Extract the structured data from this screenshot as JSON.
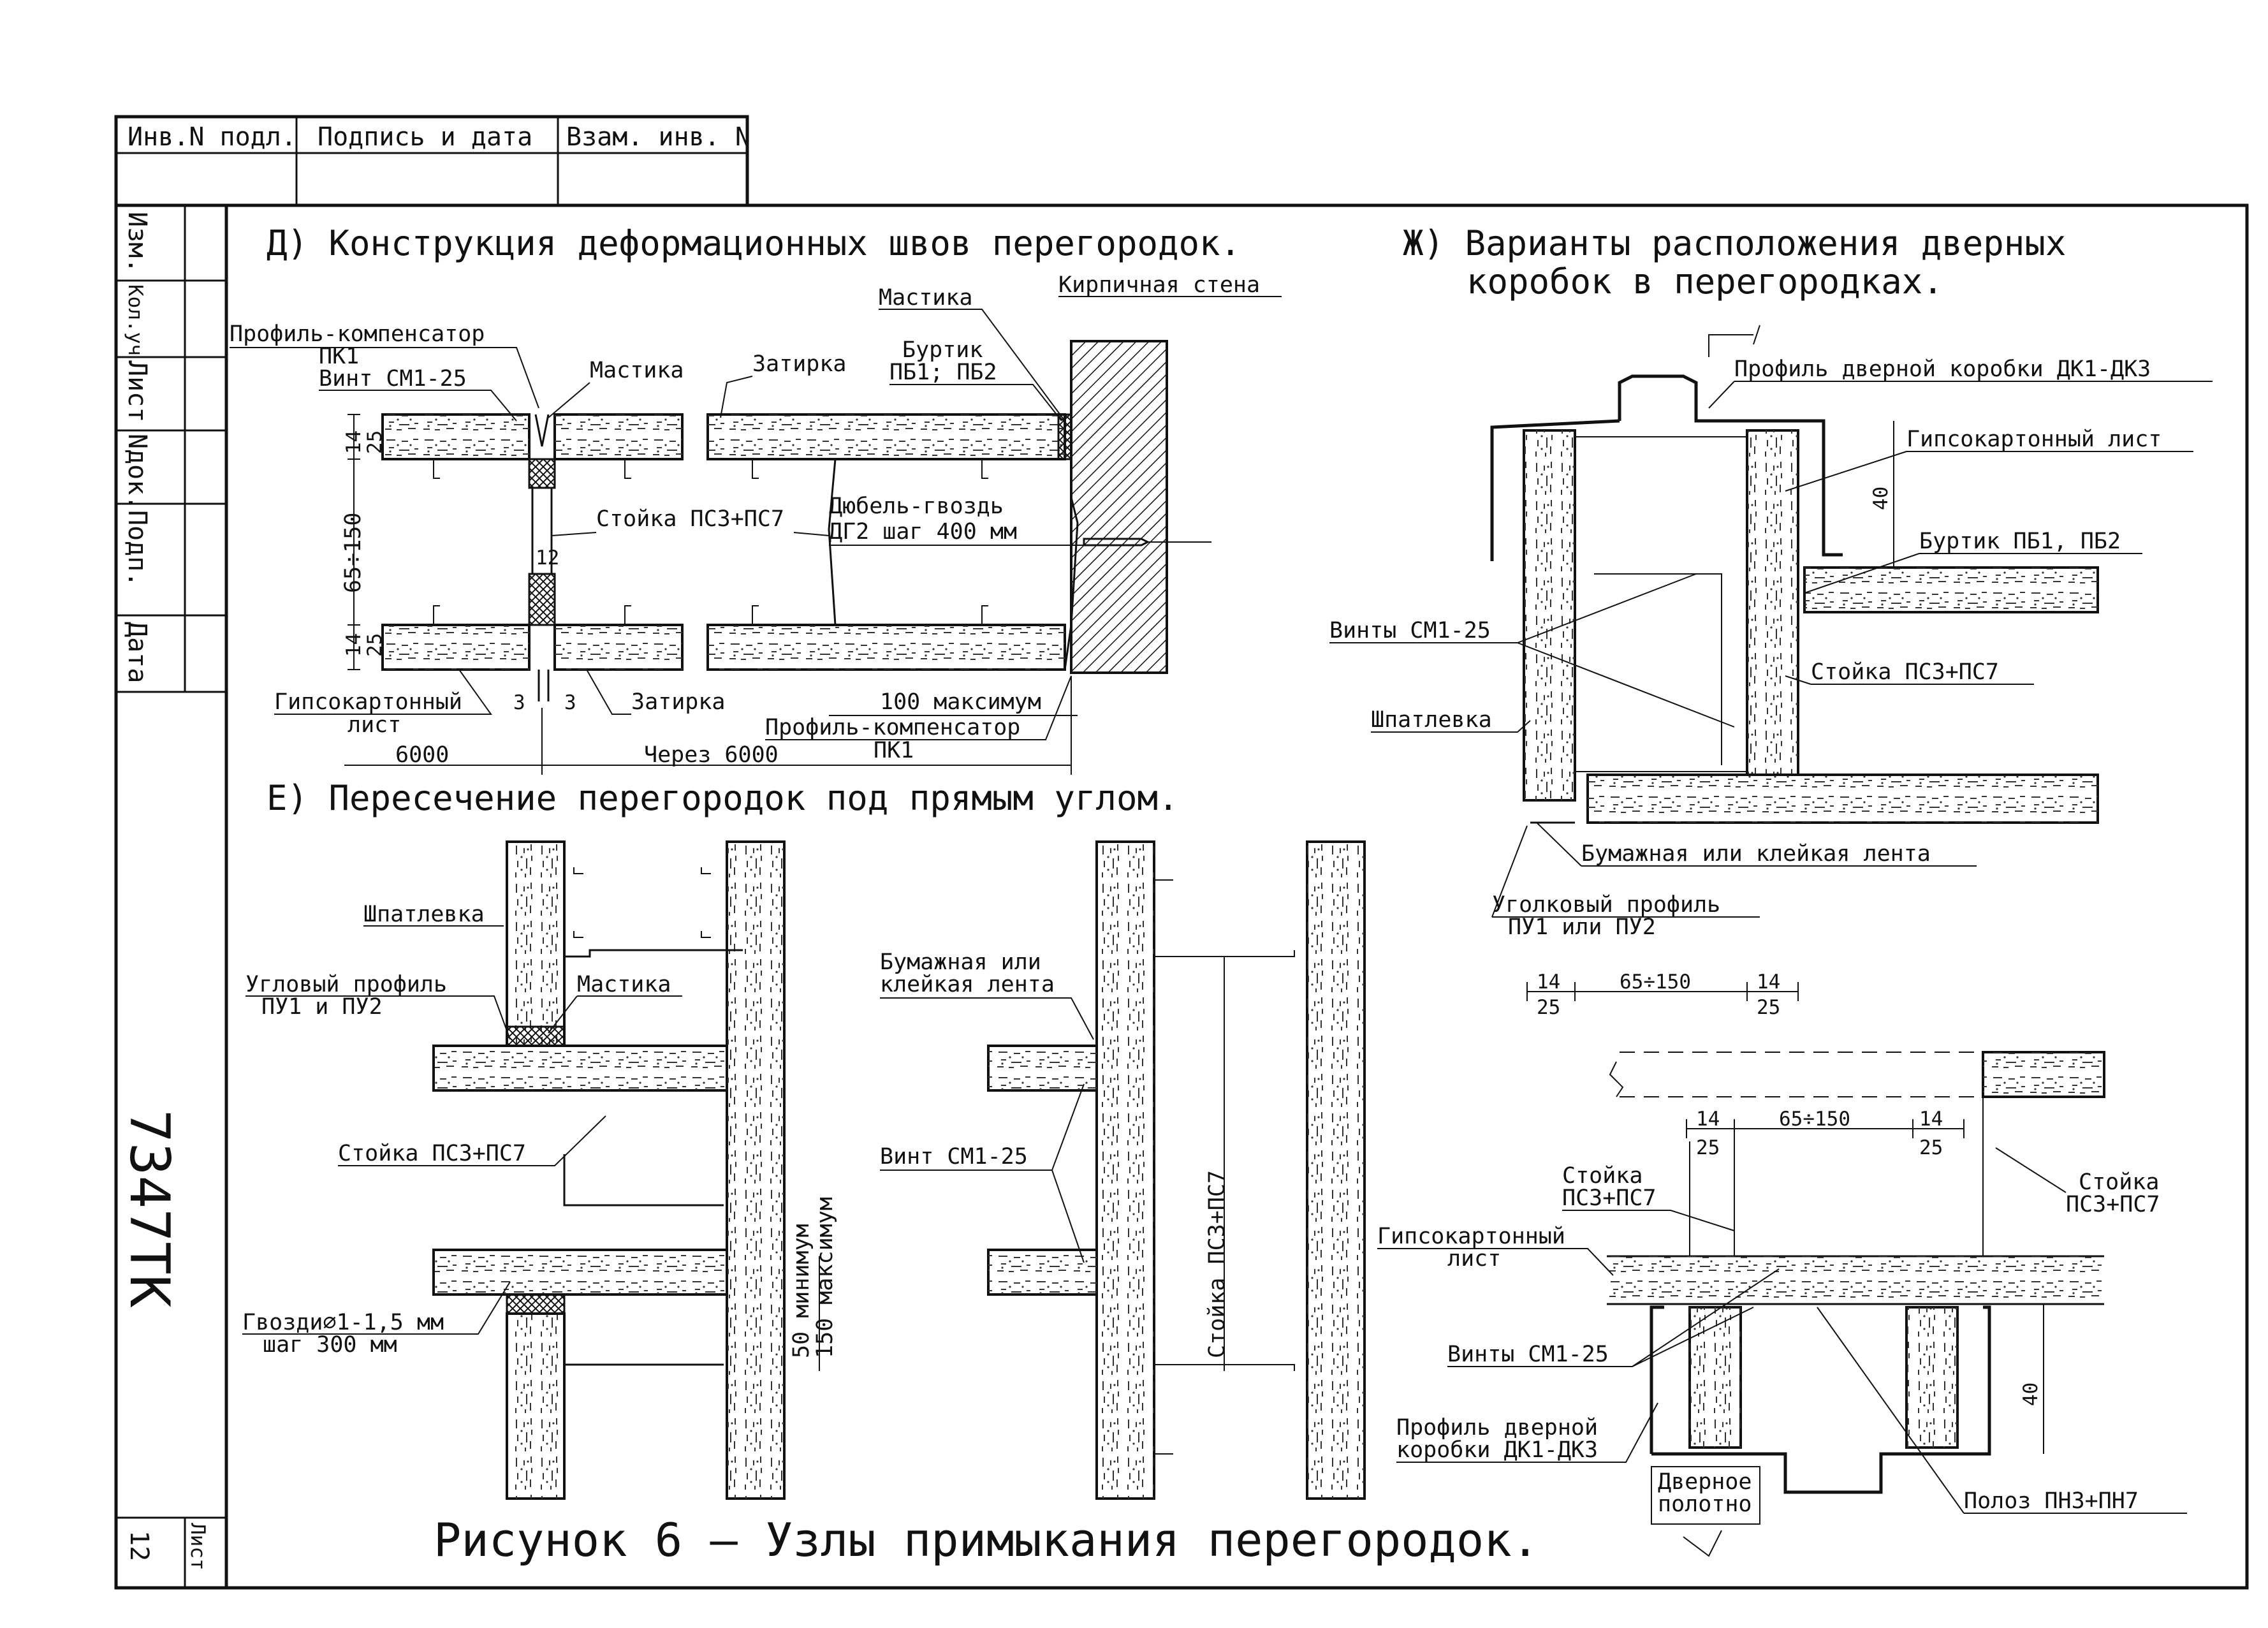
{
  "stamp": {
    "h_inv": "Инв.N подл.",
    "h_sign": "Подпись и дата",
    "h_vzam": "Взам. инв. N",
    "v_izm": "Изм.",
    "v_kolch": "Кол.уч.",
    "v_list": "Лист",
    "v_ndok": "Nдок.",
    "v_podp": "Подп.",
    "v_data": "Дата",
    "doc_code": "7347ТК",
    "sheet_label": "Лист",
    "sheet_num": "12"
  },
  "section_d": {
    "title": "Д) Конструкция деформационных швов перегородок.",
    "profile_comp": "Профиль-компенсатор",
    "pk1": "ПК1",
    "vint": "Винт СМ1-25",
    "mastika_a": "Мастика",
    "zatirka_a": "Затирка",
    "mastika_b": "Мастика",
    "kirp": "Кирпичная стена",
    "burtik": "Буртик",
    "pb": "ПБ1; ПБ2",
    "stoyka": "Стойка ПС3+ПС7",
    "dyubel": "Дюбель-гвоздь",
    "dg": "ДГ2 шаг 400 мм",
    "gipso": "Гипсокартонный",
    "list": "лист",
    "zatirka_b": "Затирка",
    "max100": "100 максимум",
    "profile_comp2": "Профиль-компенсатор",
    "pk1b": "ПК1",
    "d6000": "6000",
    "through6000": "Через 6000",
    "dim14a": "14",
    "dim25a": "25",
    "dim14b": "14",
    "dim25b": "25",
    "dim65150": "65÷150",
    "dim12": "12",
    "dim3a": "3",
    "dim3b": "3"
  },
  "section_e": {
    "title": "Е) Пересечение перегородок под прямым углом.",
    "shpat": "Шпатлевка",
    "ugol1": "Угловый профиль",
    "ugol2": "ПУ1 и ПУ2",
    "mastika": "Мастика",
    "stoyka": "Стойка ПС3+ПС7",
    "gvozdi1": "Гвозди∅1-1,5 мм",
    "gvozdi2": "шаг 300 мм",
    "lenta1": "Бумажная или",
    "lenta2": "клейкая лента",
    "vint": "Винт СМ1-25",
    "min50": "50 минимум",
    "max150": "150 максимум",
    "stoyka_v": "Стойка ПС3+ПС7"
  },
  "section_zh": {
    "title1": "Ж) Варианты расположения дверных",
    "title2": "коробок в перегородках.",
    "profile_door": "Профиль дверной коробки ДК1-ДК3",
    "gipso_list": "Гипсокартонный лист",
    "dim40a": "40",
    "burtik": "Буртик ПБ1, ПБ2",
    "vinty": "Винты СМ1-25",
    "stoyka": "Стойка ПС3+ПС7",
    "shpat": "Шпатлевка",
    "lenta": "Бумажная или клейкая лента",
    "ugol1": "Уголковый профиль",
    "ugol2": "ПУ1 или ПУ2",
    "d14a": "14",
    "d25a": "25",
    "d65a": "65÷150",
    "d14b": "14",
    "d25b": "25",
    "d14c": "14",
    "d25c": "25",
    "d65b": "65÷150",
    "d14d": "14",
    "d25d": "25",
    "stoyka_l1": "Стойка",
    "stoyka_l2": "ПС3+ПС7",
    "stoyka_r1": "Стойка",
    "stoyka_r2": "ПС3+ПС7",
    "gipso1": "Гипсокартонный",
    "gipso2": "лист",
    "vinty2": "Винты СМ1-25",
    "prof_d1": "Профиль дверной",
    "prof_d2": "коробки ДК1-ДК3",
    "dim40b": "40",
    "door1": "Дверное",
    "door2": "полотно",
    "poloz": "Полоз ПН3+ПН7"
  },
  "caption": "Рисунок 6 – Узлы примыкания перегородок."
}
